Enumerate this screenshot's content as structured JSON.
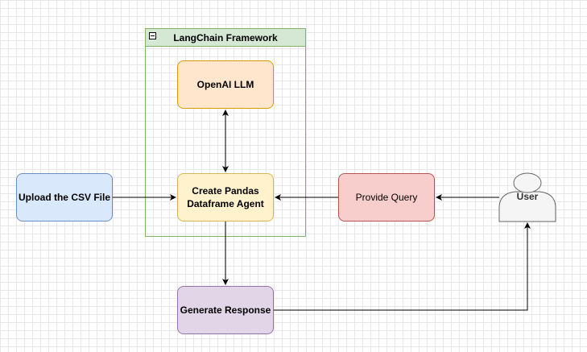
{
  "diagram": {
    "group": {
      "title": "LangChain Framework"
    },
    "nodes": {
      "openai": "OpenAI LLM",
      "agent_line1": "Create Pandas",
      "agent_line2": "Dataframe Agent",
      "upload": "Upload the CSV File",
      "query": "Provide Query",
      "response": "Generate Response",
      "user": "User"
    },
    "colors": {
      "group_fill": "#d5e8d4",
      "group_stroke": "#82b366",
      "openai_fill": "#ffe6cc",
      "agent_fill": "#fff2cc",
      "upload_fill": "#dae8fc",
      "query_fill": "#f8cecc",
      "response_fill": "#e1d5e7",
      "user_fill": "#f5f5f5"
    },
    "icons": [
      "collapse-icon",
      "user-icon"
    ]
  }
}
